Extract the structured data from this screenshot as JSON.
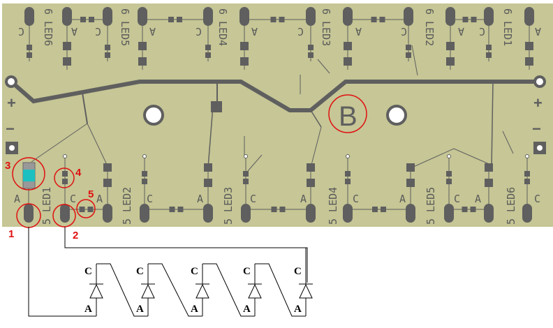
{
  "board": {
    "top_led_labels": [
      "6 LED6",
      "6 LED5",
      "6 LED4",
      "6 LED3",
      "6 LED2",
      "6 LED1"
    ],
    "bottom_led_labels": [
      "5 LED1",
      "5 LED2",
      "5 LED3",
      "5 LED4",
      "5 LED5",
      "5 LED6"
    ],
    "top_pad_labels": [
      "C",
      "A",
      "C",
      "A",
      "C",
      "A",
      "C",
      "A",
      "C",
      "A",
      "C",
      "A"
    ],
    "bottom_pad_labels": [
      "A",
      "C",
      "A",
      "C",
      "A",
      "C",
      "A",
      "C",
      "A",
      "C",
      "A",
      "C"
    ],
    "plus": "+",
    "minus": "−",
    "center_label": "B",
    "board_color": "#c6c696",
    "trace_color": "#5f5f5f"
  },
  "callouts": [
    "1",
    "2",
    "3",
    "4",
    "5"
  ],
  "schematic": {
    "cathode_labels": [
      "C",
      "C",
      "C",
      "C",
      "C"
    ],
    "anode_labels": [
      "A",
      "A",
      "A",
      "A",
      "A"
    ]
  }
}
